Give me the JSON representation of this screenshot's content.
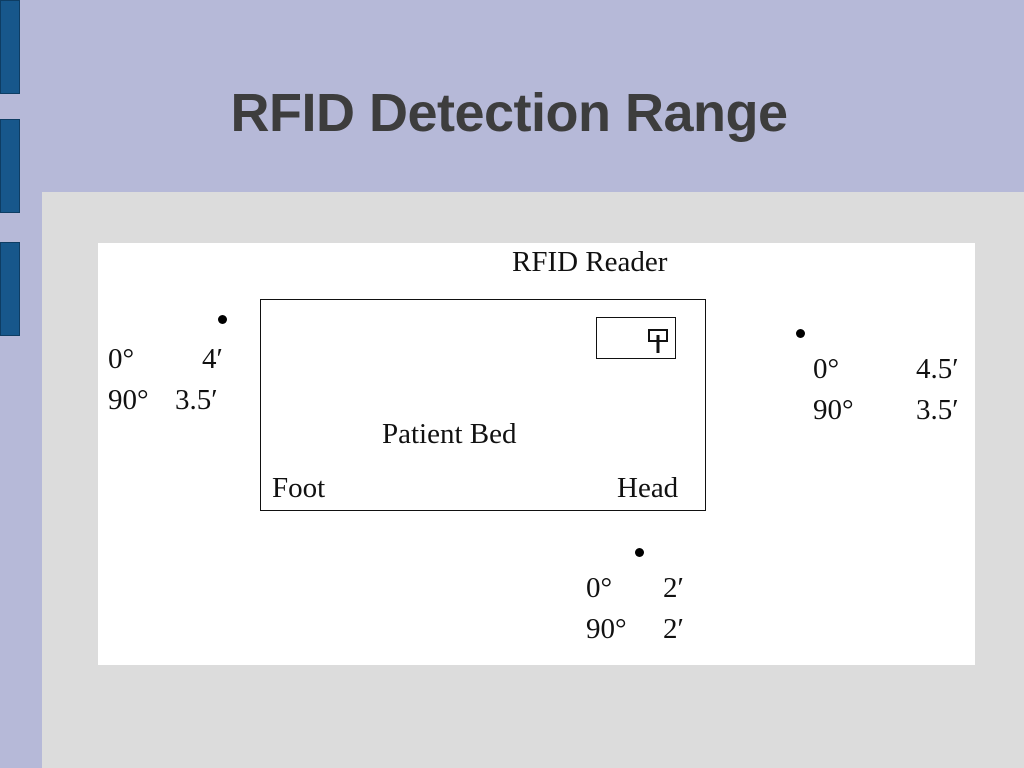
{
  "slide": {
    "title": "RFID Detection Range"
  },
  "diagram": {
    "reader_label": "RFID Reader",
    "bed_label": "Patient Bed",
    "foot_label": "Foot",
    "head_label": "Head",
    "positions": {
      "left": {
        "row1_angle": "0°",
        "row1_range": "4′",
        "row2_angle": "90°",
        "row2_range": "3.5′"
      },
      "right": {
        "row1_angle": "0°",
        "row1_range": "4.5′",
        "row2_angle": "90°",
        "row2_range": "3.5′"
      },
      "bottom": {
        "row1_angle": "0°",
        "row1_range": "2′",
        "row2_angle": "90°",
        "row2_range": "2′"
      }
    }
  },
  "colors": {
    "background": "#b6b9d8",
    "side_bars": "#17578b",
    "panel": "#dcdcdc",
    "title": "#3d3d3d"
  }
}
